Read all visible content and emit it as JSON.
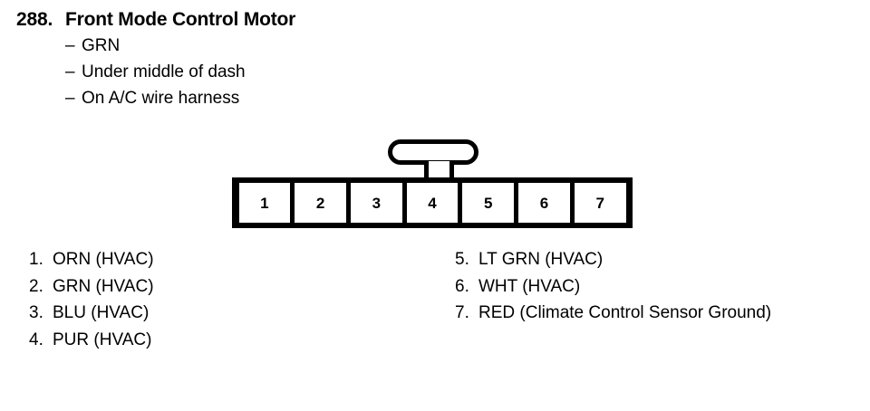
{
  "entry": {
    "number": "288.",
    "title": "Front Mode Control Motor",
    "details": [
      {
        "dash": "–",
        "text": "GRN"
      },
      {
        "dash": "–",
        "text": "Under middle of dash"
      },
      {
        "dash": "–",
        "text": "On A/C wire harness"
      }
    ]
  },
  "connector": {
    "pins": [
      "1",
      "2",
      "3",
      "4",
      "5",
      "6",
      "7"
    ],
    "tab_name": "locking-tab"
  },
  "legend": {
    "left": [
      {
        "index": "1.",
        "label": "ORN (HVAC)"
      },
      {
        "index": "2.",
        "label": "GRN (HVAC)"
      },
      {
        "index": "3.",
        "label": "BLU (HVAC)"
      },
      {
        "index": "4.",
        "label": "PUR (HVAC)"
      }
    ],
    "right": [
      {
        "index": "5.",
        "label": "LT GRN (HVAC)"
      },
      {
        "index": "6.",
        "label": "WHT (HVAC)"
      },
      {
        "index": "7.",
        "label": "RED (Climate Control Sensor Ground)"
      }
    ]
  },
  "colors": {
    "ink": "#000000",
    "paper": "#ffffff"
  }
}
